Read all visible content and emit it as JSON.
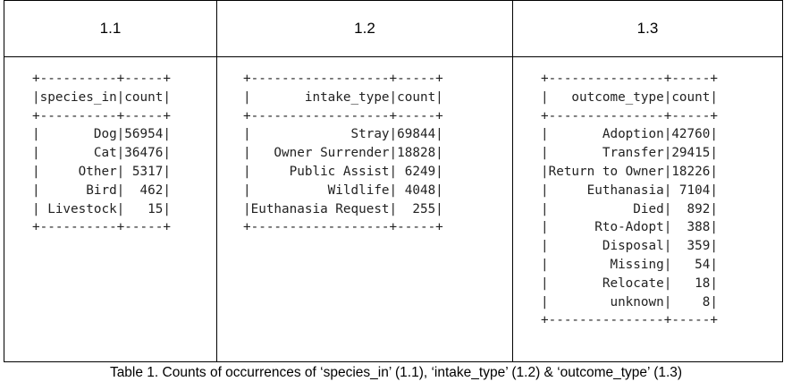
{
  "headers": [
    "1.1",
    "1.2",
    "1.3"
  ],
  "tables": [
    {
      "border": "+----------+-----+",
      "header": "|species_in|count|",
      "rows": [
        "|       Dog|56954|",
        "|       Cat|36476|",
        "|     Other| 5317|",
        "|      Bird|  462|",
        "| Livestock|   15|"
      ]
    },
    {
      "border": "+------------------+-----+",
      "header": "|       intake_type|count|",
      "rows": [
        "|             Stray|69844|",
        "|   Owner Surrender|18828|",
        "|     Public Assist| 6249|",
        "|          Wildlife| 4048|",
        "|Euthanasia Request|  255|"
      ]
    },
    {
      "border": "+---------------+-----+",
      "header": "|   outcome_type|count|",
      "rows": [
        "|       Adoption|42760|",
        "|       Transfer|29415|",
        "|Return to Owner|18226|",
        "|     Euthanasia| 7104|",
        "|           Died|  892|",
        "|      Rto-Adopt|  388|",
        "|       Disposal|  359|",
        "|        Missing|   54|",
        "|       Relocate|   18|",
        "|        unknown|    8|"
      ]
    }
  ],
  "caption": "Table 1. Counts of occurrences of ‘species_in’ (1.1), ‘intake_type’ (1.2) & ‘outcome_type’ (1.3)"
}
